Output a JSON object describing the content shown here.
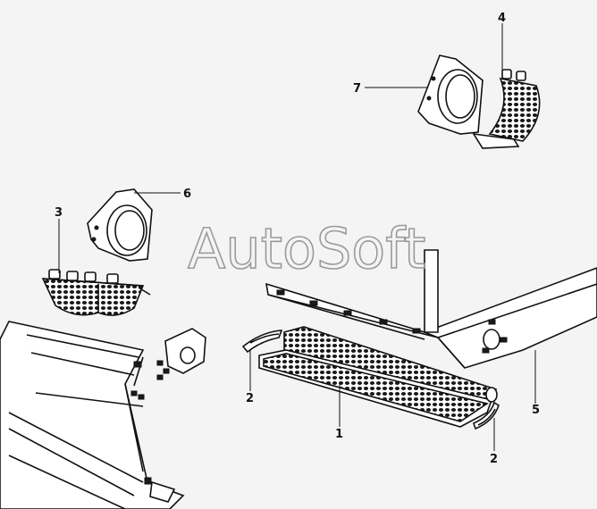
{
  "watermark": "AutoSoft",
  "callouts": [
    {
      "id": "c1",
      "label": "1"
    },
    {
      "id": "c2a",
      "label": "2"
    },
    {
      "id": "c2b",
      "label": "2"
    },
    {
      "id": "c3",
      "label": "3"
    },
    {
      "id": "c4",
      "label": "4"
    },
    {
      "id": "c5",
      "label": "5"
    },
    {
      "id": "c6",
      "label": "6"
    },
    {
      "id": "c7",
      "label": "7"
    }
  ],
  "colors": {
    "background": "#f4f4f4",
    "line": "#111111",
    "watermark": "#9a9a9a"
  }
}
